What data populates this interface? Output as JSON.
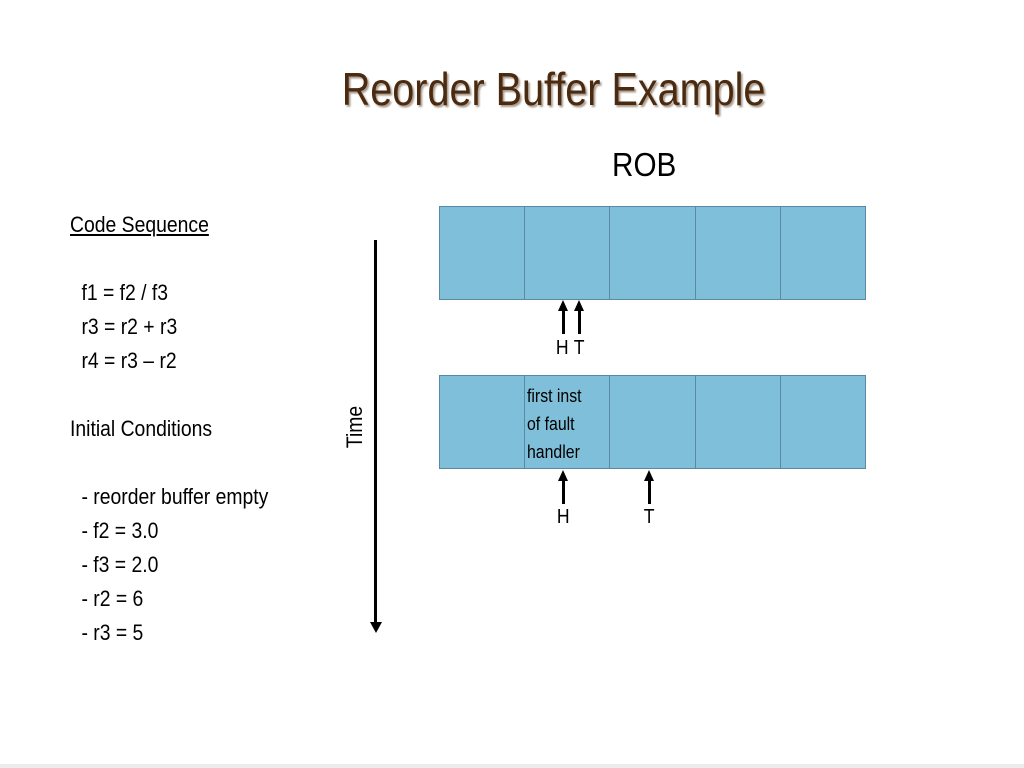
{
  "slide": {
    "title": "Reorder Buffer Example",
    "rob_heading": "ROB"
  },
  "code": {
    "heading": "Code Sequence",
    "instructions": [
      "f1 = f2 / f3",
      "r3 = r2 + r3",
      "r4 = r3 – r2"
    ],
    "conditions_heading": "Initial Conditions",
    "conditions": [
      "- reorder buffer empty",
      "- f2 = 3.0",
      "- f3 = 2.0",
      "- r2 = 6",
      "- r3 = 5"
    ]
  },
  "timeline": {
    "label": "Time"
  },
  "rob_top": {
    "cells": [
      "",
      "",
      "",
      "",
      ""
    ],
    "head_label": "H",
    "tail_label": "T"
  },
  "rob_bottom": {
    "cells": [
      "",
      "first inst\nof fault\nhandler",
      "",
      "",
      ""
    ],
    "head_label": "H",
    "tail_label": "T"
  },
  "colors": {
    "title": "#4a2a10",
    "cell_fill": "#7fbfd9",
    "cell_border": "#5a8aa2"
  }
}
